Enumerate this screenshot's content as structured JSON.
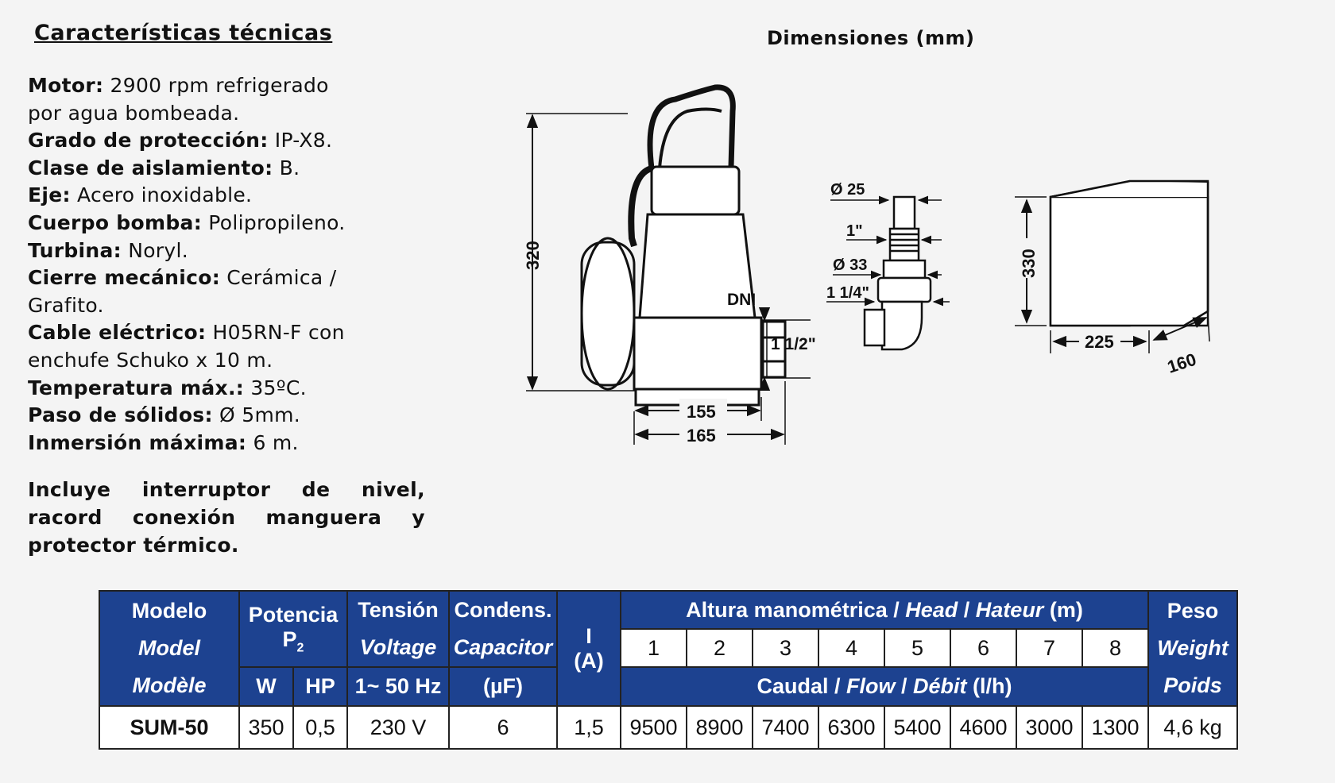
{
  "specs": {
    "title": "Características técnicas",
    "items": [
      {
        "label": "Motor:",
        "value": " 2900 rpm refrigerado"
      },
      {
        "label": "",
        "value": "por agua bombeada."
      },
      {
        "label": "Grado de protección:",
        "value": " IP-X8."
      },
      {
        "label": "Clase de aislamiento:",
        "value": " B."
      },
      {
        "label": "Eje:",
        "value": " Acero inoxidable."
      },
      {
        "label": "Cuerpo bomba:",
        "value": " Polipropileno."
      },
      {
        "label": "Turbina:",
        "value": " Noryl."
      },
      {
        "label": "Cierre mecánico:",
        "value": " Cerámica  /"
      },
      {
        "label": "",
        "value": "Grafito."
      },
      {
        "label": "Cable eléctrico:",
        "value": " H05RN-F con"
      },
      {
        "label": "",
        "value": "enchufe Schuko x 10 m."
      },
      {
        "label": "Temperatura máx.:",
        "value": " 35ºC."
      },
      {
        "label": "Paso de sólidos:",
        "value": " Ø 5mm."
      },
      {
        "label": "Inmersión máxima:",
        "value": " 6 m."
      }
    ],
    "includes": "Incluye interruptor de nivel, racord conexión manguera y protector térmico."
  },
  "dimensions": {
    "title": "Dimensiones (mm)",
    "pump_height": "320",
    "width_1": "155",
    "width_2": "165",
    "dni_label": "DNI",
    "dni_value": "1 1/2\"",
    "fitting_d25": "Ø 25",
    "fitting_1in": "1\"",
    "fitting_d33": "Ø 33",
    "fitting_114": "1 1/4\"",
    "box_height": "330",
    "box_width": "225",
    "box_depth": "160"
  },
  "table": {
    "col_model": [
      "Modelo",
      "Model",
      "Modèle"
    ],
    "col_power_top": "Potencia",
    "col_power_p": "P",
    "col_power_sub": "2",
    "col_power_w": "W",
    "col_power_hp": "HP",
    "col_voltage": [
      "Tensión",
      "Voltage",
      "1~ 50 Hz"
    ],
    "col_capacitor": [
      "Condens.",
      "Capacitor",
      "(µF)"
    ],
    "col_current": [
      "I",
      "(A)"
    ],
    "head_title_a": "Altura manométrica / ",
    "head_title_b": "Head",
    "head_title_c": " / ",
    "head_title_d": "Hateur",
    "head_title_e": "  (m)",
    "head_values": [
      "1",
      "2",
      "3",
      "4",
      "5",
      "6",
      "7",
      "8"
    ],
    "flow_title_a": "Caudal / ",
    "flow_title_b": "Flow",
    "flow_title_c": " / ",
    "flow_title_d": "Débit",
    "flow_title_e": " (l/h)",
    "col_weight": [
      "Peso",
      "Weight",
      "Poids"
    ],
    "row": {
      "model": "SUM-50",
      "w": "350",
      "hp": "0,5",
      "voltage": "230 V",
      "capacitor": "6",
      "current": "1,5",
      "flows": [
        "9500",
        "8900",
        "7400",
        "6300",
        "5400",
        "4600",
        "3000",
        "1300"
      ],
      "weight": "4,6 kg"
    }
  }
}
